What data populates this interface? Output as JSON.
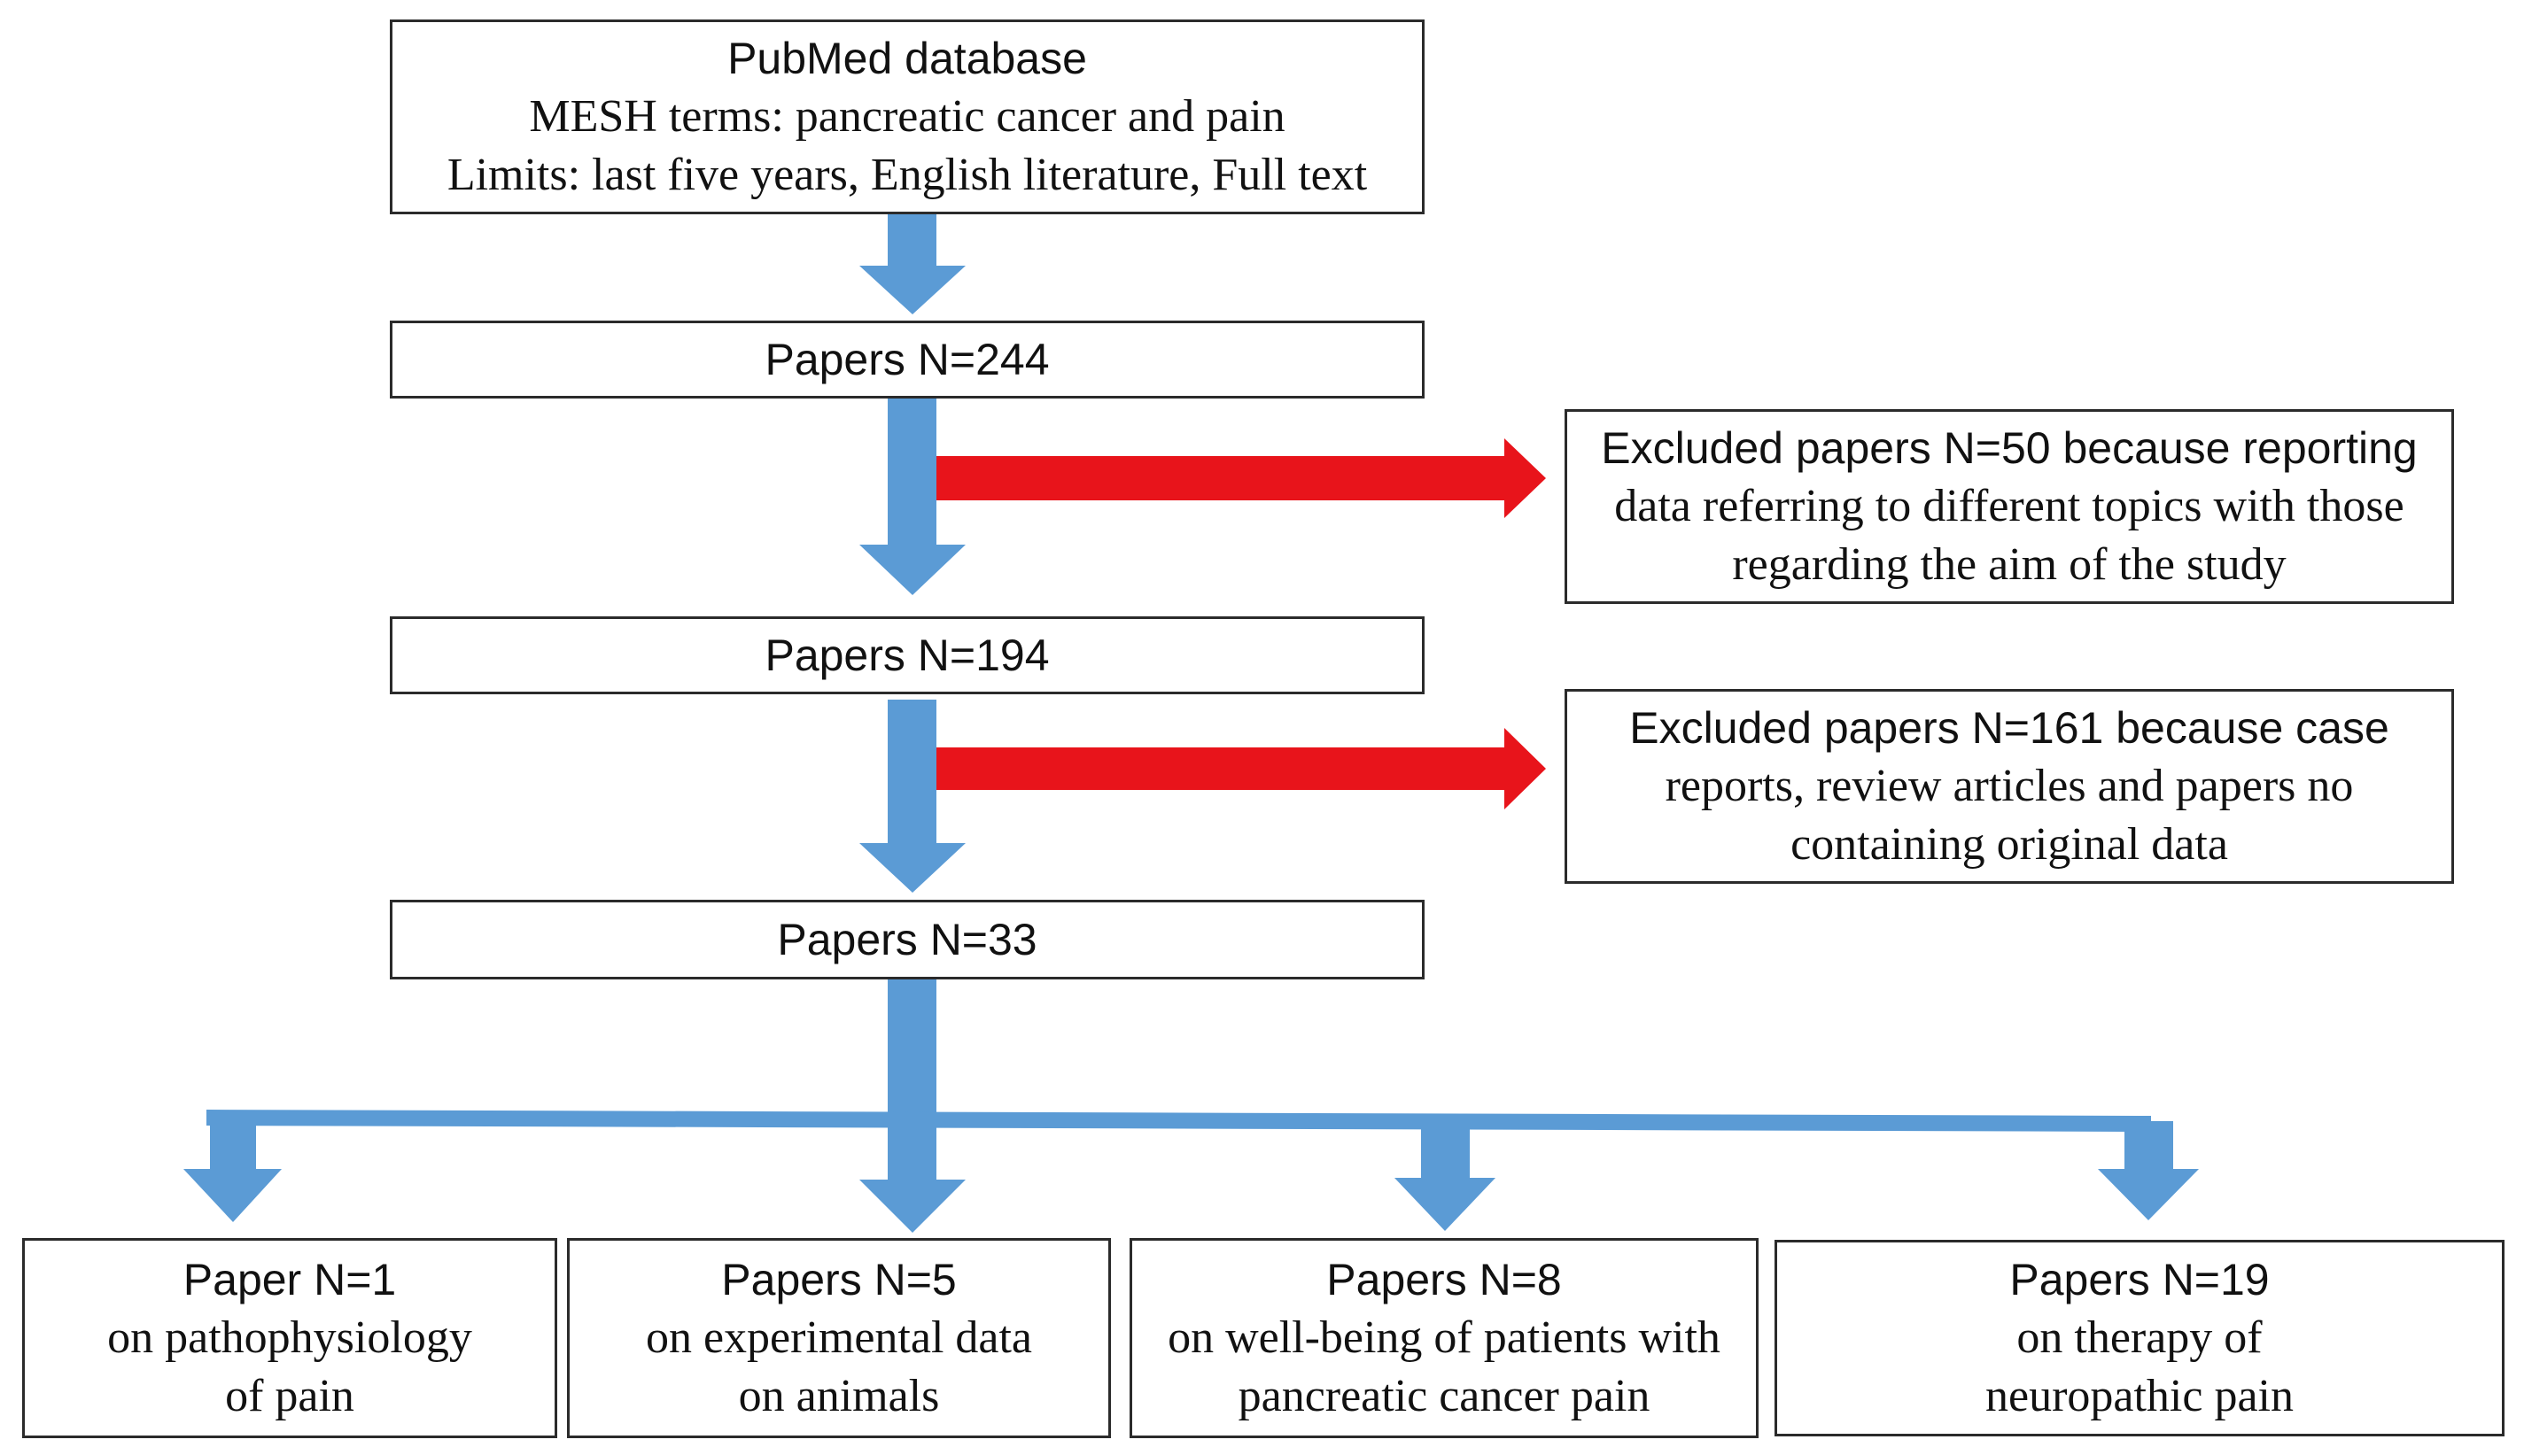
{
  "colors": {
    "flow_arrow": "#5B9BD5",
    "exclusion_arrow": "#E8141B",
    "box_border": "#2b2b2b"
  },
  "boxes": {
    "source": {
      "title": "PubMed database",
      "mesh": "MESH terms: pancreatic cancer and pain",
      "limits": "Limits: last five years, English literature, Full text"
    },
    "papers_244": "Papers N=244",
    "papers_194": "Papers N=194",
    "papers_33": "Papers N=33",
    "excluded_50": {
      "line1": "Excluded papers N=50 because reporting",
      "line2": "data referring to different topics with those",
      "line3": "regarding the aim of the study"
    },
    "excluded_161": {
      "line1": "Excluded papers N=161 because case",
      "line2": "reports, review articles and papers no",
      "line3": "containing original data"
    },
    "outcome_pathophysiology": {
      "line1": "Paper N=1",
      "line2": "on pathophysiology",
      "line3": "of pain"
    },
    "outcome_experimental": {
      "line1": "Papers N=5",
      "line2": "on experimental data",
      "line3": "on animals"
    },
    "outcome_wellbeing": {
      "line1": "Papers N=8",
      "line2": "on well-being of patients with",
      "line3": "pancreatic cancer pain"
    },
    "outcome_therapy": {
      "line1": "Papers N=19",
      "line2": "on therapy of",
      "line3": "neuropathic pain"
    }
  }
}
